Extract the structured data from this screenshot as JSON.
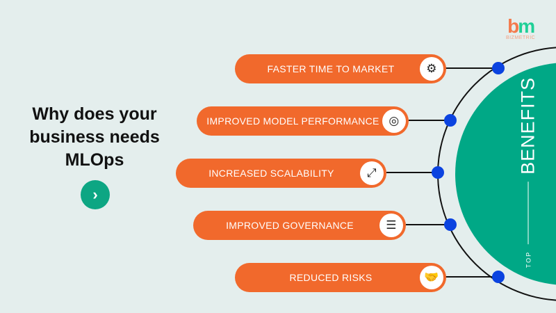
{
  "headline": "Why does your business needs MLOps",
  "next_button": "›",
  "logo": {
    "mark_b": "b",
    "mark_m": "m",
    "name": "BIZMETRIC"
  },
  "circle": {
    "top": "TOP",
    "title": "BENEFITS"
  },
  "benefits": [
    {
      "label": "FASTER TIME TO MARKET",
      "icon": "⚙"
    },
    {
      "label": "IMPROVED MODEL PERFORMANCE",
      "icon": "◎"
    },
    {
      "label": "INCREASED SCALABILITY",
      "icon": "⤢"
    },
    {
      "label": "IMPROVED GOVERNANCE",
      "icon": "☰"
    },
    {
      "label": "REDUCED RISKS",
      "icon": "🤝"
    }
  ],
  "colors": {
    "orange": "#f1692c",
    "green": "#00a886",
    "blue": "#0b43e0",
    "bg": "#e4eeed"
  }
}
